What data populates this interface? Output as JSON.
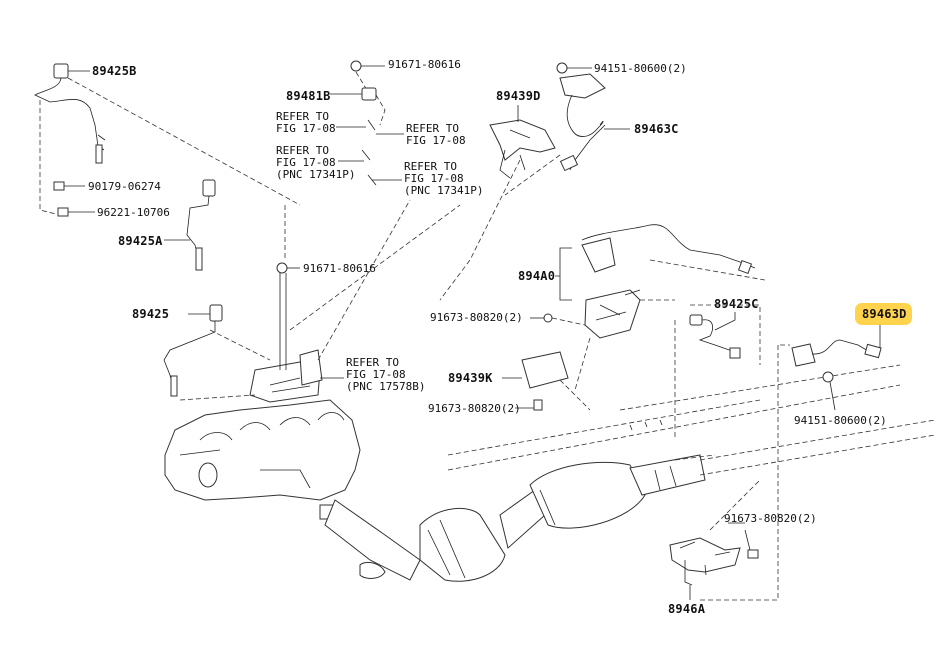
{
  "labels": {
    "p89425B": "89425B",
    "p90179": "90179-06274",
    "p96221": "96221-10706",
    "p89425A": "89425A",
    "p89425": "89425",
    "p91671a": "91671-80616",
    "p89481B": "89481B",
    "refer1": [
      "REFER TO",
      "FIG 17-08"
    ],
    "refer2": [
      "REFER TO",
      "FIG 17-08"
    ],
    "refer3": [
      "REFER TO",
      "FIG 17-08",
      "(PNC 17341P)"
    ],
    "refer4": [
      "REFER TO",
      "FIG 17-08",
      "(PNC 17341P)"
    ],
    "p91671b": "91671-80616",
    "refer5": [
      "REFER TO",
      "FIG 17-08",
      "(PNC 17578B)"
    ],
    "p89439D": "89439D",
    "p94151a": "94151-80600(2)",
    "p89463C": "89463C",
    "p894A0": "894A0",
    "p91673a": "91673-80820(2)",
    "p89439K": "89439K",
    "p91673b": "91673-80820(2)",
    "p89425C": "89425C",
    "p89463D": "89463D",
    "p94151b": "94151-80600(2)",
    "p91673c": "91673-80820(2)",
    "p8946A": "8946A"
  },
  "highlight_color": "#ffd34d"
}
